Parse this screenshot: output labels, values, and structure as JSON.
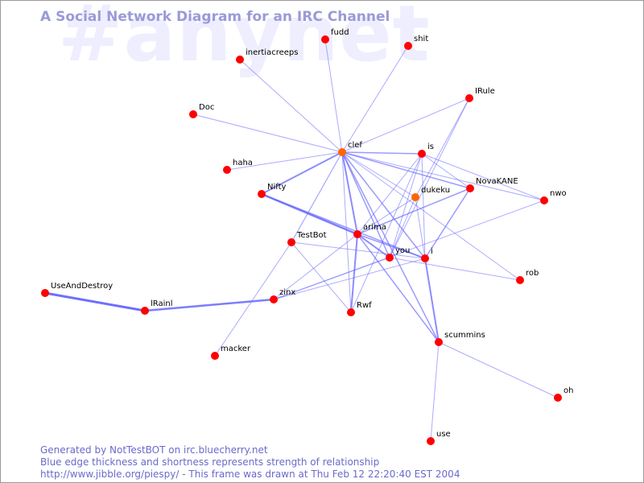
{
  "watermark": "#anynet",
  "title": "A Social Network Diagram for an IRC Channel",
  "footer": {
    "line1": "Generated by NotTestBOT on irc.bluecherry.net",
    "line2": "Blue edge thickness and shortness represents strength of relationship",
    "line3": "http://www.jibble.org/piespy/ - This frame was drawn at Thu Feb 12 22:20:40 EST 2004"
  },
  "colors": {
    "node": "#ff0000",
    "highlight_node": "#ff6600",
    "edge": "#6666ff",
    "title": "#9a9ad8",
    "watermark": "#eeeeff"
  },
  "nodes": [
    {
      "id": "fudd",
      "label": "fudd"
    },
    {
      "id": "shit",
      "label": "shit"
    },
    {
      "id": "inertiacreeps",
      "label": "inertiacreeps"
    },
    {
      "id": "IRule",
      "label": "IRule"
    },
    {
      "id": "Doc",
      "label": "Doc"
    },
    {
      "id": "clef",
      "label": "clef",
      "highlight": true
    },
    {
      "id": "is",
      "label": "is"
    },
    {
      "id": "haha",
      "label": "haha"
    },
    {
      "id": "NovaKANE",
      "label": "NovaKANE"
    },
    {
      "id": "Nifty",
      "label": "Nifty"
    },
    {
      "id": "dukeku",
      "label": "dukeku",
      "highlight": true
    },
    {
      "id": "nwo",
      "label": "nwo"
    },
    {
      "id": "arima",
      "label": "arima"
    },
    {
      "id": "TestBot",
      "label": "TestBot"
    },
    {
      "id": "you",
      "label": "you"
    },
    {
      "id": "i",
      "label": "i"
    },
    {
      "id": "rob",
      "label": "rob"
    },
    {
      "id": "UseAndDestroy",
      "label": "UseAndDestroy"
    },
    {
      "id": "IRainI",
      "label": "lRainl"
    },
    {
      "id": "zinx",
      "label": "zinx"
    },
    {
      "id": "Rwf",
      "label": "Rwf"
    },
    {
      "id": "scummins",
      "label": "scummins"
    },
    {
      "id": "macker",
      "label": "macker"
    },
    {
      "id": "oh",
      "label": "oh"
    },
    {
      "id": "use",
      "label": "use"
    }
  ],
  "edges": [
    {
      "source": "clef",
      "target": "fudd",
      "strength": 1
    },
    {
      "source": "clef",
      "target": "shit",
      "strength": 1
    },
    {
      "source": "clef",
      "target": "inertiacreeps",
      "strength": 1
    },
    {
      "source": "clef",
      "target": "IRule",
      "strength": 1
    },
    {
      "source": "clef",
      "target": "Doc",
      "strength": 1
    },
    {
      "source": "clef",
      "target": "is",
      "strength": 1.5
    },
    {
      "source": "clef",
      "target": "haha",
      "strength": 1
    },
    {
      "source": "clef",
      "target": "Nifty",
      "strength": 2
    },
    {
      "source": "clef",
      "target": "NovaKANE",
      "strength": 1.5
    },
    {
      "source": "clef",
      "target": "dukeku",
      "strength": 1
    },
    {
      "source": "clef",
      "target": "nwo",
      "strength": 1
    },
    {
      "source": "clef",
      "target": "arima",
      "strength": 2
    },
    {
      "source": "clef",
      "target": "TestBot",
      "strength": 1.2
    },
    {
      "source": "clef",
      "target": "you",
      "strength": 1.5
    },
    {
      "source": "clef",
      "target": "i",
      "strength": 1.5
    },
    {
      "source": "clef",
      "target": "Rwf",
      "strength": 1
    },
    {
      "source": "clef",
      "target": "scummins",
      "strength": 1.5
    },
    {
      "source": "is",
      "target": "NovaKANE",
      "strength": 1
    },
    {
      "source": "is",
      "target": "arima",
      "strength": 1
    },
    {
      "source": "is",
      "target": "you",
      "strength": 1
    },
    {
      "source": "is",
      "target": "i",
      "strength": 1
    },
    {
      "source": "is",
      "target": "Rwf",
      "strength": 1
    },
    {
      "source": "is",
      "target": "nwo",
      "strength": 1
    },
    {
      "source": "IRule",
      "target": "dukeku",
      "strength": 1
    },
    {
      "source": "IRule",
      "target": "you",
      "strength": 1
    },
    {
      "source": "Nifty",
      "target": "arima",
      "strength": 2.5
    },
    {
      "source": "Nifty",
      "target": "i",
      "strength": 1.5
    },
    {
      "source": "NovaKANE",
      "target": "arima",
      "strength": 1.5
    },
    {
      "source": "NovaKANE",
      "target": "i",
      "strength": 1.5
    },
    {
      "source": "dukeku",
      "target": "arima",
      "strength": 1
    },
    {
      "source": "dukeku",
      "target": "you",
      "strength": 1
    },
    {
      "source": "dukeku",
      "target": "i",
      "strength": 1
    },
    {
      "source": "arima",
      "target": "you",
      "strength": 2
    },
    {
      "source": "arima",
      "target": "i",
      "strength": 1.5
    },
    {
      "source": "arima",
      "target": "Rwf",
      "strength": 2
    },
    {
      "source": "arima",
      "target": "scummins",
      "strength": 1.5
    },
    {
      "source": "arima",
      "target": "zinx",
      "strength": 1
    },
    {
      "source": "TestBot",
      "target": "i",
      "strength": 1
    },
    {
      "source": "TestBot",
      "target": "Rwf",
      "strength": 1
    },
    {
      "source": "TestBot",
      "target": "macker",
      "strength": 1
    },
    {
      "source": "you",
      "target": "rob",
      "strength": 1
    },
    {
      "source": "you",
      "target": "zinx",
      "strength": 1
    },
    {
      "source": "i",
      "target": "zinx",
      "strength": 1
    },
    {
      "source": "i",
      "target": "scummins",
      "strength": 2
    },
    {
      "source": "nwo",
      "target": "zinx",
      "strength": 1
    },
    {
      "source": "scummins",
      "target": "oh",
      "strength": 1
    },
    {
      "source": "scummins",
      "target": "use",
      "strength": 1
    },
    {
      "source": "UseAndDestroy",
      "target": "IRainI",
      "strength": 3
    },
    {
      "source": "IRainI",
      "target": "zinx",
      "strength": 2.5
    },
    {
      "source": "clef",
      "target": "rob",
      "strength": 1
    }
  ]
}
